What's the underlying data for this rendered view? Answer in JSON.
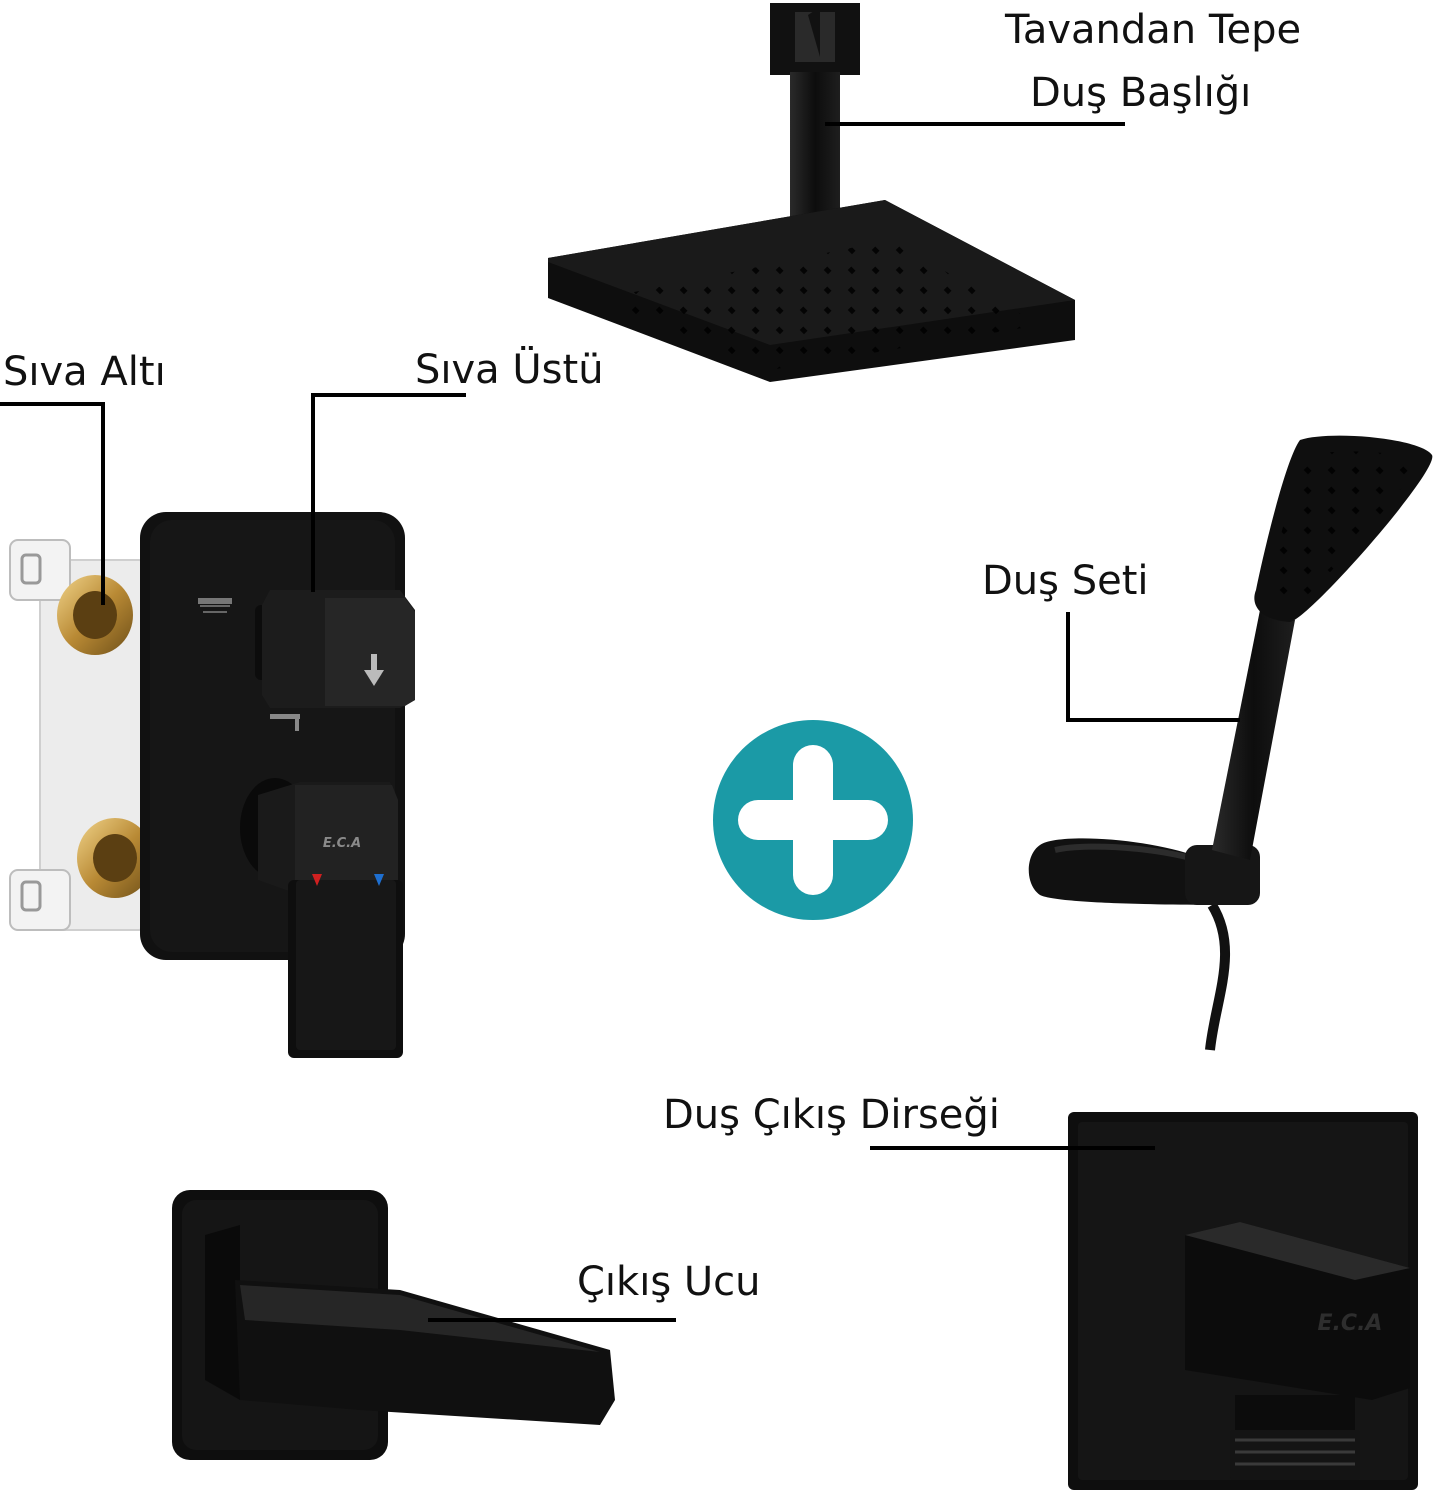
{
  "labels": {
    "ceiling_head_line1": "Tavandan Tepe",
    "ceiling_head_line2": "Duş Başlığı",
    "concealed_body": "Sıva Altı",
    "trim_plate": "Sıva Üstü",
    "shower_set": "Duş Seti",
    "outlet_elbow": "Duş Çıkış Dirseği",
    "spout": "Çıkış Ucu"
  },
  "brand_marks": {
    "mixer_logo": "E.C.A",
    "elbow_logo": "E.C.A"
  },
  "icons": {
    "plus": "plus-circle-icon",
    "diverter_arrow": "arrow-down-icon"
  },
  "colors": {
    "product_black": "#111111",
    "plus_circle": "#1b9aa6",
    "brass": "#c9a14a",
    "rough_in_body": "#eeeeee",
    "hot_mark": "#d02020",
    "cold_mark": "#1e6fd0"
  }
}
